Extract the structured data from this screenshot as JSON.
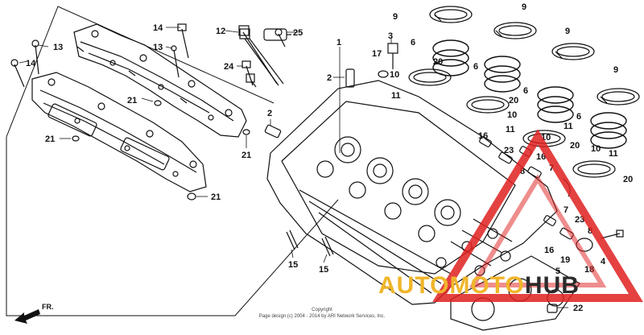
{
  "diagram": {
    "callouts": [
      "1",
      "2",
      "2",
      "3",
      "4",
      "5",
      "6",
      "6",
      "6",
      "6",
      "7",
      "7",
      "8",
      "8",
      "9",
      "9",
      "9",
      "9",
      "10",
      "10",
      "10",
      "10",
      "11",
      "11",
      "11",
      "11",
      "12",
      "13",
      "13",
      "14",
      "14",
      "15",
      "15",
      "16",
      "16",
      "16",
      "17",
      "18",
      "19",
      "20",
      "20",
      "20",
      "20",
      "21",
      "21",
      "21",
      "21",
      "22",
      "23",
      "23",
      "24",
      "25"
    ],
    "direction_label": "FR.",
    "copyright": {
      "line1": "Copyright",
      "line2": "Page design (c) 2004 - 2014 by ARI Network Services, Inc."
    }
  },
  "watermark": {
    "part1": "AUTO",
    "part2": "MOTO",
    "part3": "HUB",
    "colors": {
      "orange": "#f0b52a",
      "dark": "#2b2b2b",
      "red": "#e02020"
    }
  }
}
